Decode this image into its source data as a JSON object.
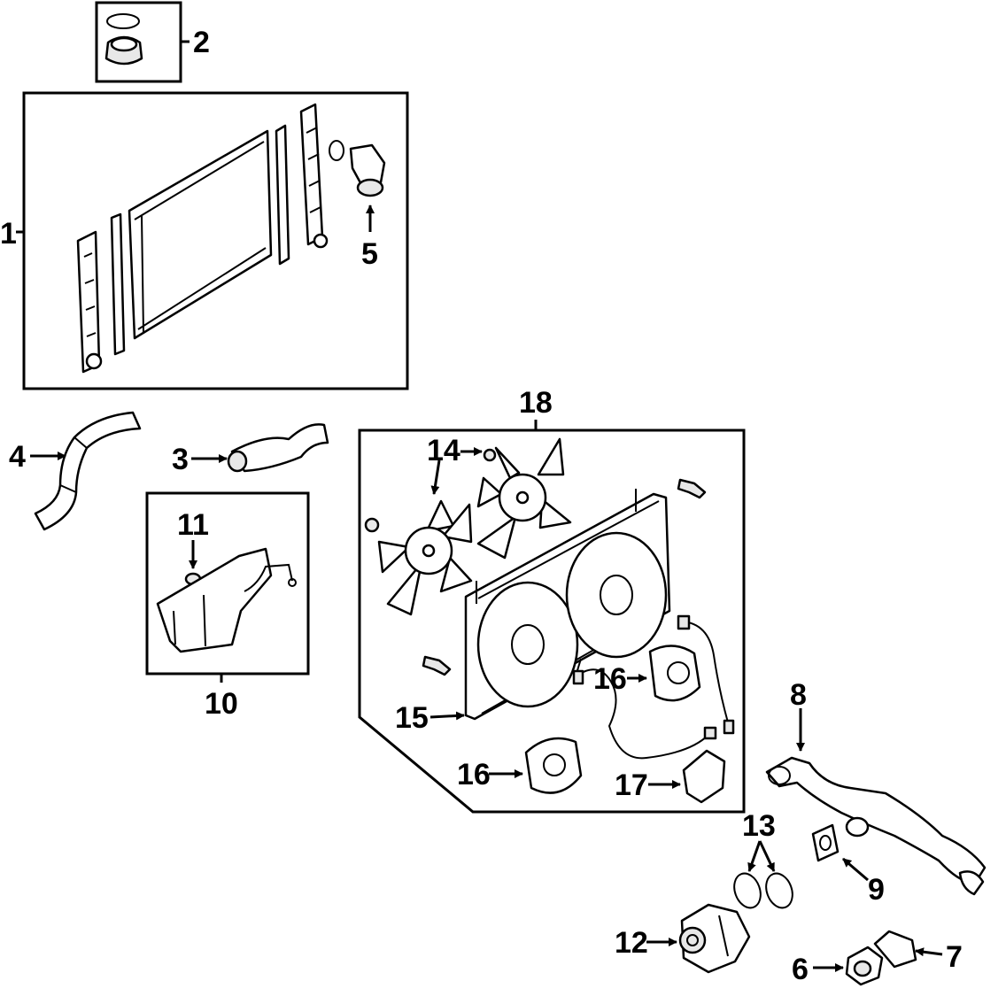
{
  "diagram": {
    "callouts": [
      "1",
      "2",
      "3",
      "4",
      "5",
      "6",
      "7",
      "8",
      "9",
      "10",
      "11",
      "12",
      "13",
      "14",
      "15",
      "16",
      "16",
      "17",
      "18"
    ],
    "labels": {
      "c1": "1",
      "c2": "2",
      "c3": "3",
      "c4": "4",
      "c5": "5",
      "c6": "6",
      "c7": "7",
      "c8": "8",
      "c9": "9",
      "c10": "10",
      "c11": "11",
      "c12": "12",
      "c13": "13",
      "c14": "14",
      "c15": "15",
      "c16a": "16",
      "c16b": "16",
      "c17": "17",
      "c18": "18"
    }
  }
}
